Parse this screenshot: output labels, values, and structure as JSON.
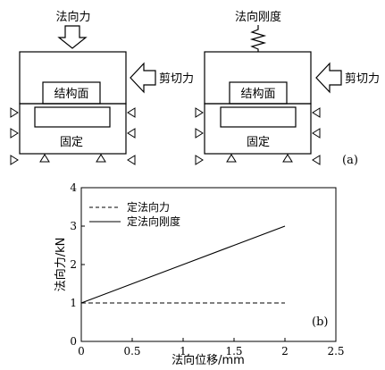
{
  "diagram": {
    "left": {
      "top_label": "法向力",
      "side_label": "剪切力",
      "inner_label": "结构面",
      "bottom_label": "固定"
    },
    "right": {
      "top_label": "法向刚度",
      "side_label": "剪切力",
      "inner_label": "结构面",
      "bottom_label": "固定"
    },
    "panel_label": "(a)"
  },
  "chart_data": {
    "type": "line",
    "panel_label": "(b)",
    "xlabel": "法向位移/mm",
    "ylabel": "法向力/kN",
    "xlim": [
      0,
      2.5
    ],
    "ylim": [
      0,
      4
    ],
    "xticks": [
      "0",
      "0.5",
      "1",
      "1.5",
      "2",
      "2.5"
    ],
    "yticks": [
      "0",
      "1",
      "2",
      "3",
      "4"
    ],
    "legend_position": "top-left",
    "series": [
      {
        "name": "定法向力",
        "style": "dashed",
        "x": [
          0,
          2.0
        ],
        "y": [
          1,
          1
        ]
      },
      {
        "name": "定法向刚度",
        "style": "solid",
        "x": [
          0,
          0.5,
          1.0,
          1.5,
          2.0
        ],
        "y": [
          1,
          1.5,
          2.0,
          2.5,
          3.0
        ]
      }
    ]
  }
}
